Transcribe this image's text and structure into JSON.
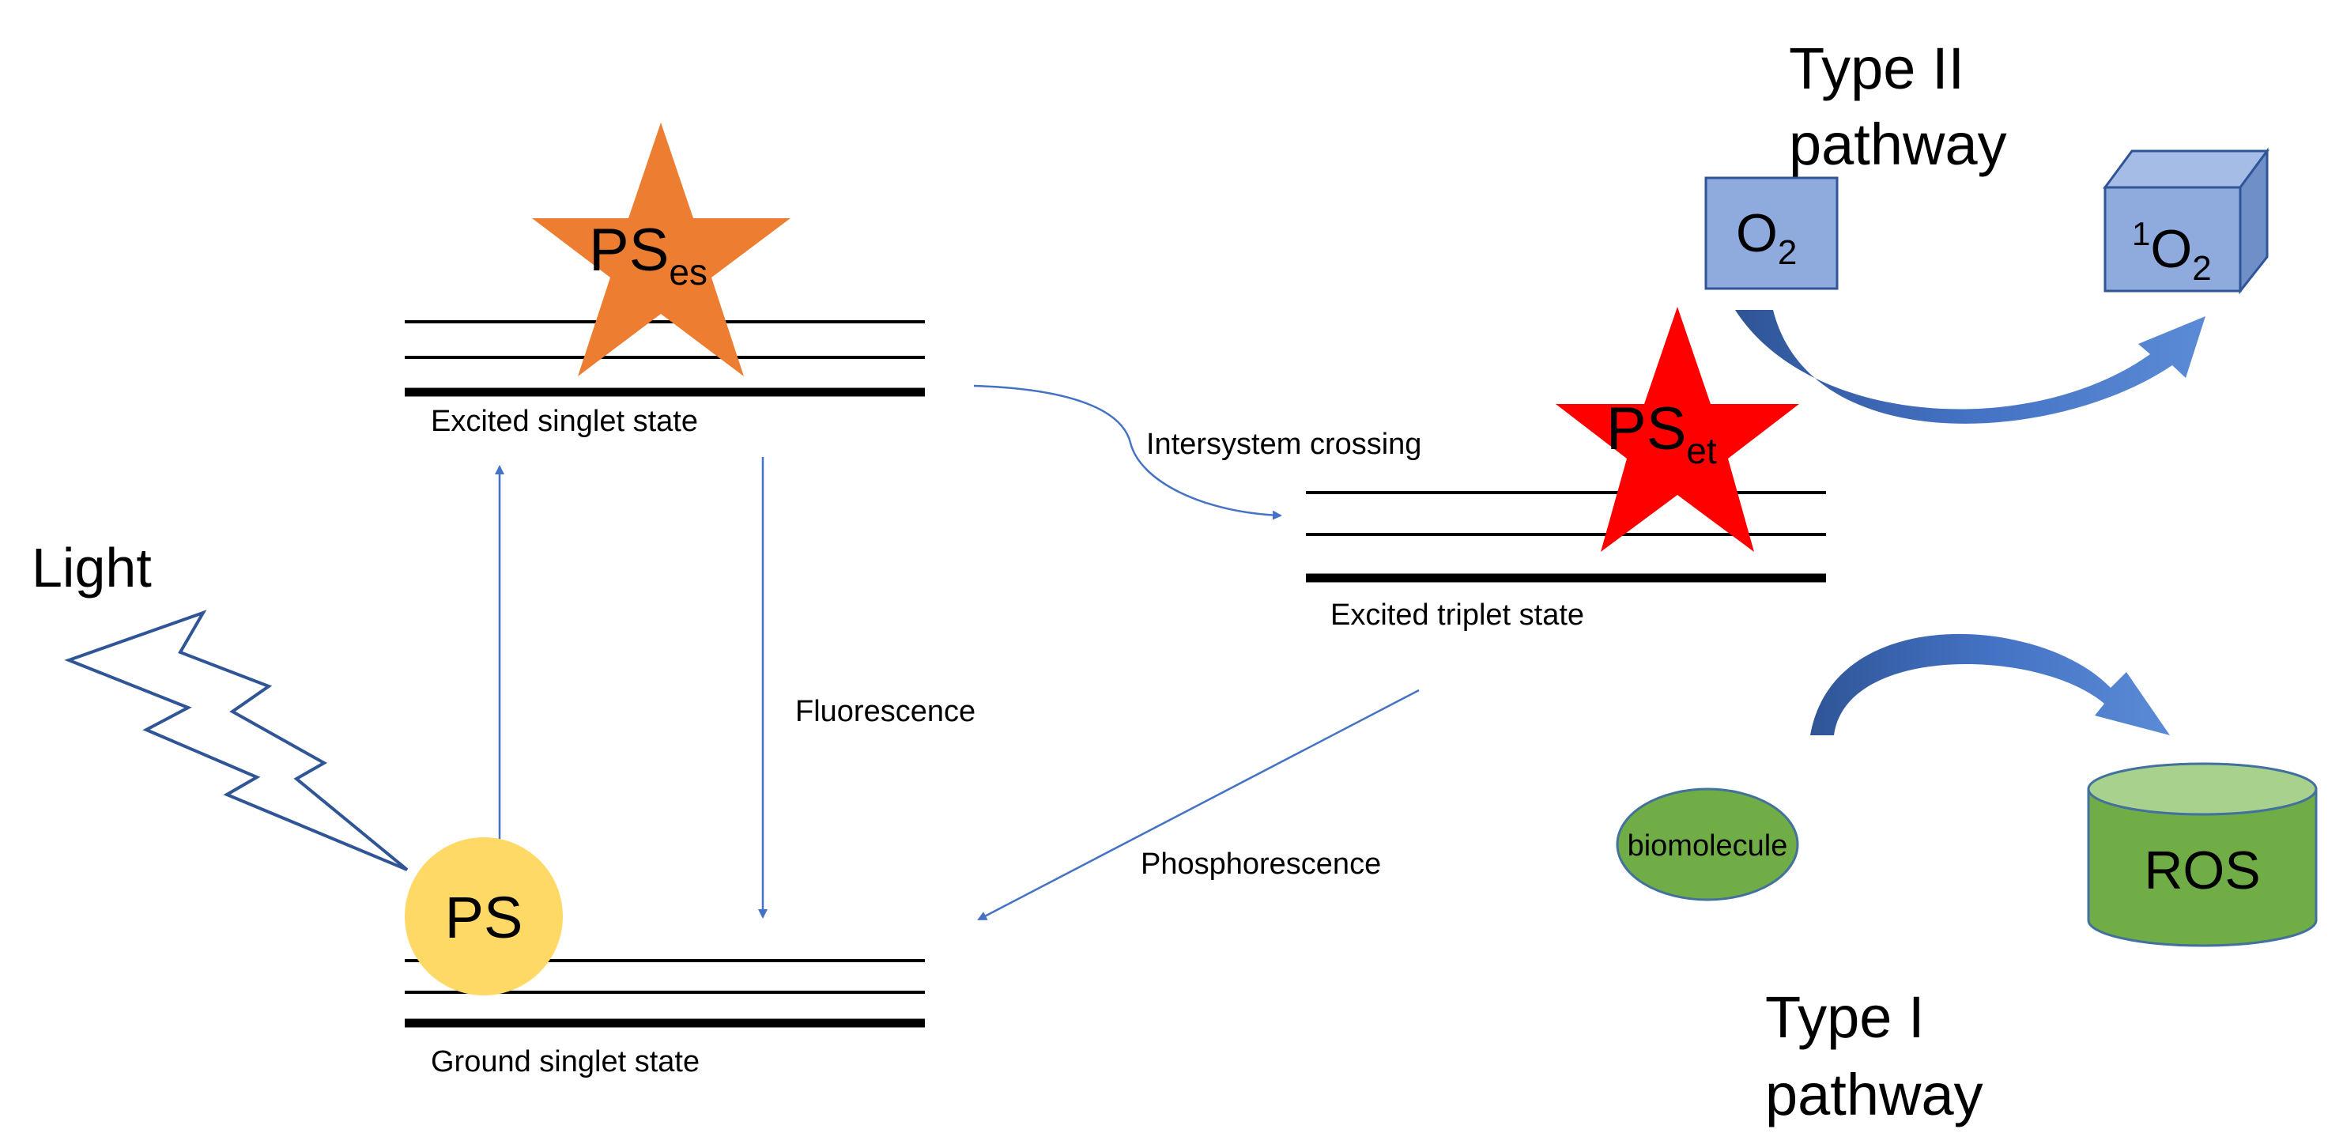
{
  "labels": {
    "light": "Light",
    "ps_ground": "PS",
    "ps_es_main": "PS",
    "ps_es_sub": "es",
    "ps_et_main": "PS",
    "ps_et_sub": "et",
    "excited_singlet": "Excited singlet state",
    "ground_singlet": "Ground singlet state",
    "excited_triplet": "Excited triplet state",
    "fluorescence": "Fluorescence",
    "intersystem_crossing": "Intersystem crossing",
    "phosphorescence": "Phosphorescence",
    "type2_line1": "Type II",
    "type2_line2": "pathway",
    "type1_line1": "Type I",
    "type1_line2": "pathway",
    "o2_main": "O",
    "o2_sub": "2",
    "singlet_o2_sup": "1",
    "singlet_o2_main": "O",
    "singlet_o2_sub": "2",
    "biomolecule": "biomolecule",
    "ros": "ROS"
  },
  "colors": {
    "arrow_blue": "#4472c4",
    "ps_yellow": "#ffd966",
    "star_orange": "#ed7d31",
    "star_red": "#ff0000",
    "box_blue": "#8faadc",
    "box_border": "#2f5597",
    "green_fill": "#70ad47",
    "green_top": "#a9d18e",
    "green_border": "#41719c",
    "curved_arrow": "#2f5597"
  }
}
